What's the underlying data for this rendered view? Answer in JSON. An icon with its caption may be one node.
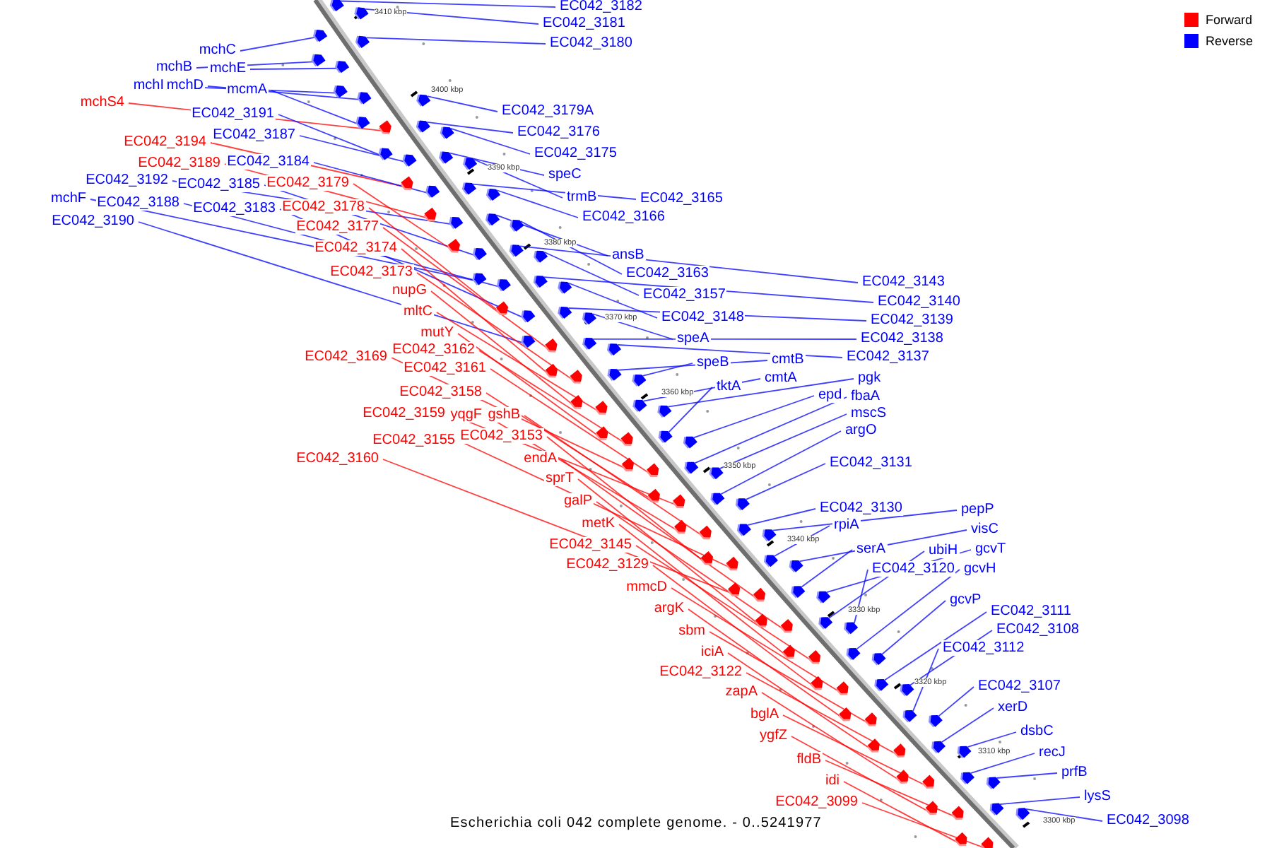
{
  "diagram": {
    "caption": "Escherichia coli 042 complete genome. - 0..5241977",
    "nodes": [
      {
        "text": [
          "mchC"
        ]
      },
      {
        "text": [
          "mchB"
        ]
      },
      {
        "text": [
          "mchE"
        ]
      },
      {
        "text": [
          "mchI"
        ]
      },
      {
        "text": [
          "mchD"
        ]
      },
      {
        "text": [
          "mchS4"
        ]
      },
      {
        "text": [
          "mcmA"
        ]
      },
      {
        "text": [
          "EC042_3191"
        ]
      },
      {
        "text": [
          "EC042_3194"
        ]
      },
      {
        "text": [
          "EC042_3187"
        ]
      },
      {
        "text": [
          "EC042_3189"
        ]
      },
      {
        "text": [
          "EC042_3184"
        ]
      },
      {
        "text": [
          "EC042_3192"
        ]
      },
      {
        "text": [
          "EC042_3185"
        ]
      },
      {
        "text": [
          "EC042_3179"
        ]
      },
      {
        "text": [
          "mchF"
        ]
      },
      {
        "text": [
          "EC042_3188"
        ]
      },
      {
        "text": [
          "EC042_3183"
        ]
      },
      {
        "text": [
          "EC042_3178"
        ]
      },
      {
        "text": [
          "EC042_3190"
        ]
      },
      {
        "text": [
          "EC042_3177"
        ]
      },
      {
        "text": [
          "EC042_3174"
        ]
      },
      {
        "text": [
          "EC042_3173"
        ]
      },
      {
        "text": [
          "nupG"
        ]
      },
      {
        "text": [
          "mltC"
        ]
      },
      {
        "text": [
          "mutY"
        ]
      },
      {
        "text": [
          "EC042_3169"
        ]
      },
      {
        "text": [
          "EC042_3162"
        ]
      },
      {
        "text": [
          "EC042_3161"
        ]
      },
      {
        "text": [
          "EC042_3158"
        ]
      },
      {
        "text": [
          "EC042_3159"
        ]
      },
      {
        "text": [
          "yqgF"
        ]
      },
      {
        "text": [
          "gshB"
        ]
      },
      {
        "text": [
          "EC042_3155"
        ]
      },
      {
        "text": [
          "EC042_3153"
        ]
      },
      {
        "text": [
          "EC042_3160"
        ]
      },
      {
        "text": [
          "endA"
        ]
      },
      {
        "text": [
          "sprT"
        ]
      },
      {
        "text": [
          "galP"
        ]
      },
      {
        "text": [
          "metK"
        ]
      },
      {
        "text": [
          "EC042_3145"
        ]
      },
      {
        "text": [
          "EC042_3129"
        ]
      },
      {
        "text": [
          "mmcD"
        ]
      },
      {
        "text": [
          "argK"
        ]
      },
      {
        "text": [
          "sbm"
        ]
      },
      {
        "text": [
          "iciA"
        ]
      },
      {
        "text": [
          "EC042_3122"
        ]
      },
      {
        "text": [
          "zapA"
        ]
      },
      {
        "text": [
          "bglA"
        ]
      },
      {
        "text": [
          "ygfZ"
        ]
      },
      {
        "text": [
          "fldB"
        ]
      },
      {
        "text": [
          "idi"
        ]
      },
      {
        "text": [
          "EC042_3099"
        ]
      },
      {
        "text": [
          "EC042_3182"
        ]
      },
      {
        "text": [
          "EC042_3181"
        ]
      },
      {
        "text": [
          "EC042_3180"
        ]
      },
      {
        "text": [
          "EC042_3179A"
        ]
      },
      {
        "text": [
          "EC042_3176"
        ]
      },
      {
        "text": [
          "EC042_3175"
        ]
      },
      {
        "text": [
          "speC"
        ]
      },
      {
        "text": [
          "trmB"
        ]
      },
      {
        "text": [
          "EC042_3165"
        ]
      },
      {
        "text": [
          "EC042_3166"
        ]
      },
      {
        "text": [
          "ansB"
        ]
      },
      {
        "text": [
          "EC042_3163"
        ]
      },
      {
        "text": [
          "EC042_3157"
        ]
      },
      {
        "text": [
          "EC042_3148"
        ]
      },
      {
        "text": [
          "speA"
        ]
      },
      {
        "text": [
          "speB"
        ]
      },
      {
        "text": [
          "tktA"
        ]
      },
      {
        "text": [
          "cmtB"
        ]
      },
      {
        "text": [
          "cmtA"
        ]
      },
      {
        "text": [
          "EC042_3143"
        ]
      },
      {
        "text": [
          "EC042_3140"
        ]
      },
      {
        "text": [
          "EC042_3139"
        ]
      },
      {
        "text": [
          "EC042_3138"
        ]
      },
      {
        "text": [
          "EC042_3137"
        ]
      },
      {
        "text": [
          "pgk"
        ]
      },
      {
        "text": [
          "epd"
        ]
      },
      {
        "text": [
          "fbaA"
        ]
      },
      {
        "text": [
          "mscS"
        ]
      },
      {
        "text": [
          "argO"
        ]
      },
      {
        "text": [
          "EC042_3131"
        ]
      },
      {
        "text": [
          "EC042_3130"
        ]
      },
      {
        "text": [
          "rpiA"
        ]
      },
      {
        "text": [
          "serA"
        ]
      },
      {
        "text": [
          "pepP"
        ]
      },
      {
        "text": [
          "visC"
        ]
      },
      {
        "text": [
          "ubiH"
        ]
      },
      {
        "text": [
          "gcvT"
        ]
      },
      {
        "text": [
          "EC042_3120"
        ]
      },
      {
        "text": [
          "gcvH"
        ]
      },
      {
        "text": [
          "gcvP"
        ]
      },
      {
        "text": [
          "EC042_3111"
        ]
      },
      {
        "text": [
          "EC042_3108"
        ]
      },
      {
        "text": [
          "EC042_3112"
        ]
      },
      {
        "text": [
          "EC042_3107"
        ]
      },
      {
        "text": [
          "xerD"
        ]
      },
      {
        "text": [
          "dsbC"
        ]
      },
      {
        "text": [
          "recJ"
        ]
      },
      {
        "text": [
          "prfB"
        ]
      },
      {
        "text": [
          "lysS"
        ]
      },
      {
        "text": [
          "EC042_3098"
        ]
      },
      {
        "text": [],
        "shape": "pentagon"
      },
      {
        "text": [],
        "shape": "pentagon"
      },
      {
        "text": [],
        "shape": "pentagon"
      },
      {
        "text": [],
        "shape": "pentagon"
      },
      {
        "text": [],
        "shape": "pentagon"
      },
      {
        "text": [],
        "shape": "pentagon"
      },
      {
        "text": [],
        "shape": "pentagon"
      },
      {
        "text": [],
        "shape": "pentagon"
      },
      {
        "text": [],
        "shape": "pentagon"
      },
      {
        "text": [],
        "shape": "pentagon"
      },
      {
        "text": [],
        "shape": "pentagon"
      },
      {
        "text": [],
        "shape": "pentagon"
      },
      {
        "text": [],
        "shape": "pentagon"
      },
      {
        "text": [],
        "shape": "pentagon"
      },
      {
        "text": [],
        "shape": "pentagon"
      },
      {
        "text": [],
        "shape": "pentagon"
      },
      {
        "text": [],
        "shape": "pentagon"
      },
      {
        "text": [],
        "shape": "pentagon"
      },
      {
        "text": [],
        "shape": "pentagon"
      },
      {
        "text": [],
        "shape": "pentagon"
      },
      {
        "text": [],
        "shape": "pentagon"
      },
      {
        "text": [],
        "shape": "pentagon"
      },
      {
        "text": [],
        "shape": "pentagon"
      },
      {
        "text": [],
        "shape": "pentagon"
      },
      {
        "text": [],
        "shape": "pentagon"
      },
      {
        "text": [],
        "shape": "pentagon"
      },
      {
        "text": [],
        "shape": "pentagon"
      },
      {
        "text": [],
        "shape": "pentagon"
      },
      {
        "text": [],
        "shape": "pentagon"
      },
      {
        "text": [],
        "shape": "pentagon"
      },
      {
        "text": [],
        "shape": "pentagon"
      },
      {
        "text": [],
        "shape": "pentagon"
      },
      {
        "text": [],
        "shape": "pentagon"
      },
      {
        "text": [],
        "shape": "pentagon"
      },
      {
        "text": [],
        "shape": "pentagon"
      },
      {
        "text": [],
        "shape": "pentagon"
      },
      {
        "text": [],
        "shape": "pentagon"
      },
      {
        "text": [],
        "shape": "pentagon"
      },
      {
        "text": [],
        "shape": "pentagon"
      },
      {
        "text": [],
        "shape": "pentagon"
      },
      {
        "text": [],
        "shape": "pentagon"
      },
      {
        "text": [],
        "shape": "pentagon"
      },
      {
        "text": [],
        "shape": "pentagon"
      },
      {
        "text": [],
        "shape": "pentagon"
      },
      {
        "text": [],
        "shape": "pentagon"
      },
      {
        "text": [],
        "shape": "pentagon"
      },
      {
        "text": [],
        "shape": "pentagon"
      },
      {
        "text": [],
        "shape": "pentagon"
      },
      {
        "text": [],
        "shape": "pentagon"
      },
      {
        "text": [],
        "shape": "pentagon"
      },
      {
        "text": [],
        "shape": "pentagon"
      },
      {
        "text": [],
        "shape": "pentagon"
      },
      {
        "text": [],
        "shape": "pentagon"
      },
      {
        "text": [],
        "shape": "pentagon"
      },
      {
        "text": [],
        "shape": "pentagon"
      },
      {
        "text": [],
        "shape": "pentagon"
      },
      {
        "text": [],
        "shape": "pentagon"
      },
      {
        "text": [],
        "shape": "pentagon"
      },
      {
        "text": [],
        "shape": "pentagon"
      },
      {
        "text": [],
        "shape": "pentagon"
      },
      {
        "text": [],
        "shape": "pentagon"
      },
      {
        "text": [],
        "shape": "pentagon"
      },
      {
        "text": [],
        "shape": "pentagon"
      },
      {
        "text": [],
        "shape": "pentagon"
      },
      {
        "text": [],
        "shape": "pentagon"
      },
      {
        "text": [],
        "shape": "pentagon"
      },
      {
        "text": [],
        "shape": "pentagon"
      },
      {
        "text": [],
        "shape": "pentagon"
      },
      {
        "text": [],
        "shape": "pentagon"
      },
      {
        "text": [],
        "shape": "pentagon"
      },
      {
        "text": [],
        "shape": "pentagon"
      },
      {
        "text": [],
        "shape": "pentagon"
      },
      {
        "text": [],
        "shape": "pentagon"
      },
      {
        "text": [],
        "shape": "pentagon"
      },
      {
        "text": [],
        "shape": "pentagon"
      },
      {
        "text": [],
        "shape": "pentagon"
      },
      {
        "text": [],
        "shape": "pentagon"
      },
      {
        "text": [],
        "shape": "pentagon"
      },
      {
        "text": [],
        "shape": "pentagon"
      },
      {
        "text": [],
        "shape": "pentagon"
      },
      {
        "text": [],
        "shape": "pentagon"
      },
      {
        "text": [],
        "shape": "pentagon"
      },
      {
        "text": [],
        "shape": "pentagon"
      },
      {
        "text": [],
        "shape": "pentagon"
      },
      {
        "text": [],
        "shape": "pentagon"
      },
      {
        "text": [],
        "shape": "pentagon"
      },
      {
        "text": [],
        "shape": "pentagon"
      },
      {
        "text": [],
        "shape": "pentagon"
      },
      {
        "text": [],
        "shape": "pentagon"
      },
      {
        "text": [],
        "shape": "pentagon"
      },
      {
        "text": [],
        "shape": "pentagon"
      },
      {
        "text": [],
        "shape": "pentagon"
      },
      {
        "text": [],
        "shape": "pentagon"
      },
      {
        "text": [],
        "shape": "pentagon"
      },
      {
        "text": [],
        "shape": "pentagon"
      },
      {
        "text": [],
        "shape": "pentagon"
      },
      {
        "text": [],
        "shape": "pentagon"
      },
      {
        "text": [],
        "shape": "pentagon"
      },
      {
        "text": [],
        "shape": "pentagon"
      },
      {
        "text": [],
        "shape": "pentagon"
      },
      {
        "text": [],
        "shape": "pentagon"
      },
      {
        "text": [],
        "shape": "pentagon"
      },
      {
        "text": [],
        "shape": "pentagon"
      }
    ],
    "edges": [
      {
        "from": 0,
        "to": 103,
        "arrow": "none"
      },
      {
        "from": 1,
        "to": 104,
        "arrow": "none"
      },
      {
        "from": 2,
        "to": 105,
        "arrow": "none"
      },
      {
        "from": 3,
        "to": 106,
        "arrow": "none"
      },
      {
        "from": 4,
        "to": 107,
        "arrow": "none"
      },
      {
        "from": 5,
        "to": 108,
        "arrow": "none",
        "color": "#ff0000"
      },
      {
        "from": 6,
        "to": 109,
        "arrow": "none"
      },
      {
        "from": 7,
        "to": 110,
        "arrow": "none"
      },
      {
        "from": 8,
        "to": 111,
        "arrow": "none",
        "color": "#ff0000"
      },
      {
        "from": 9,
        "to": 112,
        "arrow": "none"
      },
      {
        "from": 10,
        "to": 113,
        "arrow": "none",
        "color": "#ff0000"
      },
      {
        "from": 11,
        "to": 114,
        "arrow": "none"
      },
      {
        "from": 12,
        "to": 115,
        "arrow": "none"
      },
      {
        "from": 13,
        "to": 116,
        "arrow": "none"
      },
      {
        "from": 14,
        "to": 117,
        "arrow": "none",
        "color": "#ff0000"
      },
      {
        "from": 15,
        "to": 118,
        "arrow": "none"
      },
      {
        "from": 16,
        "to": 119,
        "arrow": "none"
      },
      {
        "from": 17,
        "to": 120,
        "arrow": "none"
      },
      {
        "from": 18,
        "to": 121,
        "arrow": "none",
        "color": "#ff0000"
      },
      {
        "from": 19,
        "to": 122,
        "arrow": "none"
      },
      {
        "from": 20,
        "to": 123,
        "arrow": "none",
        "color": "#ff0000"
      },
      {
        "from": 21,
        "to": 124,
        "arrow": "none",
        "color": "#ff0000"
      },
      {
        "from": 22,
        "to": 125,
        "arrow": "none",
        "color": "#ff0000"
      },
      {
        "from": 23,
        "to": 126,
        "arrow": "none",
        "color": "#ff0000"
      },
      {
        "from": 24,
        "to": 127,
        "arrow": "none",
        "color": "#ff0000"
      },
      {
        "from": 25,
        "to": 128,
        "arrow": "none",
        "color": "#ff0000"
      },
      {
        "from": 26,
        "to": 129,
        "arrow": "none",
        "color": "#ff0000"
      },
      {
        "from": 27,
        "to": 130,
        "arrow": "none",
        "color": "#ff0000"
      },
      {
        "from": 28,
        "to": 131,
        "arrow": "none",
        "color": "#ff0000"
      },
      {
        "from": 29,
        "to": 132,
        "arrow": "none",
        "color": "#ff0000"
      },
      {
        "from": 30,
        "to": 133,
        "arrow": "none",
        "color": "#ff0000"
      },
      {
        "from": 31,
        "to": 134,
        "arrow": "none",
        "color": "#ff0000"
      },
      {
        "from": 32,
        "to": 135,
        "arrow": "none",
        "color": "#ff0000"
      },
      {
        "from": 33,
        "to": 136,
        "arrow": "none",
        "color": "#ff0000"
      },
      {
        "from": 34,
        "to": 137,
        "arrow": "none",
        "color": "#ff0000"
      },
      {
        "from": 35,
        "to": 138,
        "arrow": "none",
        "color": "#ff0000"
      },
      {
        "from": 36,
        "to": 139,
        "arrow": "none",
        "color": "#ff0000"
      },
      {
        "from": 37,
        "to": 140,
        "arrow": "none",
        "color": "#ff0000"
      },
      {
        "from": 38,
        "to": 141,
        "arrow": "none",
        "color": "#ff0000"
      },
      {
        "from": 39,
        "to": 142,
        "arrow": "none",
        "color": "#ff0000"
      },
      {
        "from": 40,
        "to": 143,
        "arrow": "none",
        "color": "#ff0000"
      },
      {
        "from": 41,
        "to": 144,
        "arrow": "none",
        "color": "#ff0000"
      },
      {
        "from": 42,
        "to": 145,
        "arrow": "none",
        "color": "#ff0000"
      },
      {
        "from": 43,
        "to": 146,
        "arrow": "none",
        "color": "#ff0000"
      },
      {
        "from": 44,
        "to": 147,
        "arrow": "none",
        "color": "#ff0000"
      },
      {
        "from": 45,
        "to": 148,
        "arrow": "none",
        "color": "#ff0000"
      },
      {
        "from": 46,
        "to": 149,
        "arrow": "none",
        "color": "#ff0000"
      },
      {
        "from": 47,
        "to": 150,
        "arrow": "none",
        "color": "#ff0000"
      },
      {
        "from": 48,
        "to": 151,
        "arrow": "none",
        "color": "#ff0000"
      },
      {
        "from": 49,
        "to": 152,
        "arrow": "none",
        "color": "#ff0000"
      },
      {
        "from": 50,
        "to": 153,
        "arrow": "none",
        "color": "#ff0000"
      },
      {
        "from": 51,
        "to": 154,
        "arrow": "none",
        "color": "#ff0000"
      },
      {
        "from": 52,
        "to": 155,
        "arrow": "none",
        "color": "#ff0000"
      },
      {
        "from": 53,
        "to": 156,
        "arrow": "none"
      },
      {
        "from": 54,
        "to": 157,
        "arrow": "none"
      },
      {
        "from": 55,
        "to": 158,
        "arrow": "none"
      },
      {
        "from": 56,
        "to": 159,
        "arrow": "none"
      },
      {
        "from": 57,
        "to": 160,
        "arrow": "none"
      },
      {
        "from": 58,
        "to": 161,
        "arrow": "none"
      },
      {
        "from": 59,
        "to": 162,
        "arrow": "none"
      },
      {
        "from": 60,
        "to": 163,
        "arrow": "none"
      },
      {
        "from": 61,
        "to": 164,
        "arrow": "none"
      },
      {
        "from": 62,
        "to": 165,
        "arrow": "none"
      },
      {
        "from": 63,
        "to": 166,
        "arrow": "none"
      },
      {
        "from": 64,
        "to": 167,
        "arrow": "none"
      },
      {
        "from": 65,
        "to": 168,
        "arrow": "none"
      },
      {
        "from": 66,
        "to": 169,
        "arrow": "none"
      },
      {
        "from": 67,
        "to": 170,
        "arrow": "none"
      },
      {
        "from": 68,
        "to": 171,
        "arrow": "none"
      },
      {
        "from": 69,
        "to": 172,
        "arrow": "none"
      },
      {
        "from": 70,
        "to": 173,
        "arrow": "none"
      },
      {
        "from": 71,
        "to": 174,
        "arrow": "none"
      },
      {
        "from": 72,
        "to": 175,
        "arrow": "none"
      },
      {
        "from": 73,
        "to": 176,
        "arrow": "none"
      },
      {
        "from": 74,
        "to": 177,
        "arrow": "none"
      },
      {
        "from": 75,
        "to": 178,
        "arrow": "none"
      },
      {
        "from": 76,
        "to": 179,
        "arrow": "none"
      },
      {
        "from": 77,
        "to": 180,
        "arrow": "none"
      },
      {
        "from": 78,
        "to": 181,
        "arrow": "none"
      },
      {
        "from": 79,
        "to": 182,
        "arrow": "none"
      },
      {
        "from": 80,
        "to": 183,
        "arrow": "none"
      },
      {
        "from": 81,
        "to": 184,
        "arrow": "none"
      },
      {
        "from": 82,
        "to": 185,
        "arrow": "none"
      },
      {
        "from": 83,
        "to": 186,
        "arrow": "none"
      },
      {
        "from": 84,
        "to": 187,
        "arrow": "none"
      },
      {
        "from": 85,
        "to": 188,
        "arrow": "none"
      },
      {
        "from": 86,
        "to": 189,
        "arrow": "none"
      },
      {
        "from": 87,
        "to": 190,
        "arrow": "none"
      },
      {
        "from": 88,
        "to": 191,
        "arrow": "none"
      },
      {
        "from": 89,
        "to": 192,
        "arrow": "none"
      },
      {
        "from": 90,
        "to": 193,
        "arrow": "none"
      },
      {
        "from": 91,
        "to": 194,
        "arrow": "none"
      },
      {
        "from": 92,
        "to": 195,
        "arrow": "none"
      },
      {
        "from": 93,
        "to": 196,
        "arrow": "none"
      },
      {
        "from": 94,
        "to": 197,
        "arrow": "none"
      },
      {
        "from": 95,
        "to": 198,
        "arrow": "none"
      },
      {
        "from": 96,
        "to": 199,
        "arrow": "none"
      },
      {
        "from": 97,
        "to": 200,
        "arrow": "none"
      },
      {
        "from": 98,
        "to": 201,
        "arrow": "none"
      },
      {
        "from": 99,
        "to": 202,
        "arrow": "none"
      },
      {
        "from": 100,
        "to": 203,
        "arrow": "none"
      },
      {
        "from": 101,
        "to": 204,
        "arrow": "none"
      },
      {
        "from": 102,
        "to": 205,
        "arrow": "none"
      }
    ],
    "labels": [
      "3410 kbp",
      "3400 kbp",
      "3390 kbp",
      "3380 kbp",
      "3370 kbp",
      "3360 kbp",
      "3350 kbp",
      "3340 kbp",
      "3330 kbp",
      "3320 kbp",
      "3310 kbp",
      "3300 kbp"
    ],
    "legend": [
      {
        "text": "Forward",
        "color": "#ff0000"
      },
      {
        "text": "Reverse",
        "color": "#0000ff"
      }
    ]
  }
}
